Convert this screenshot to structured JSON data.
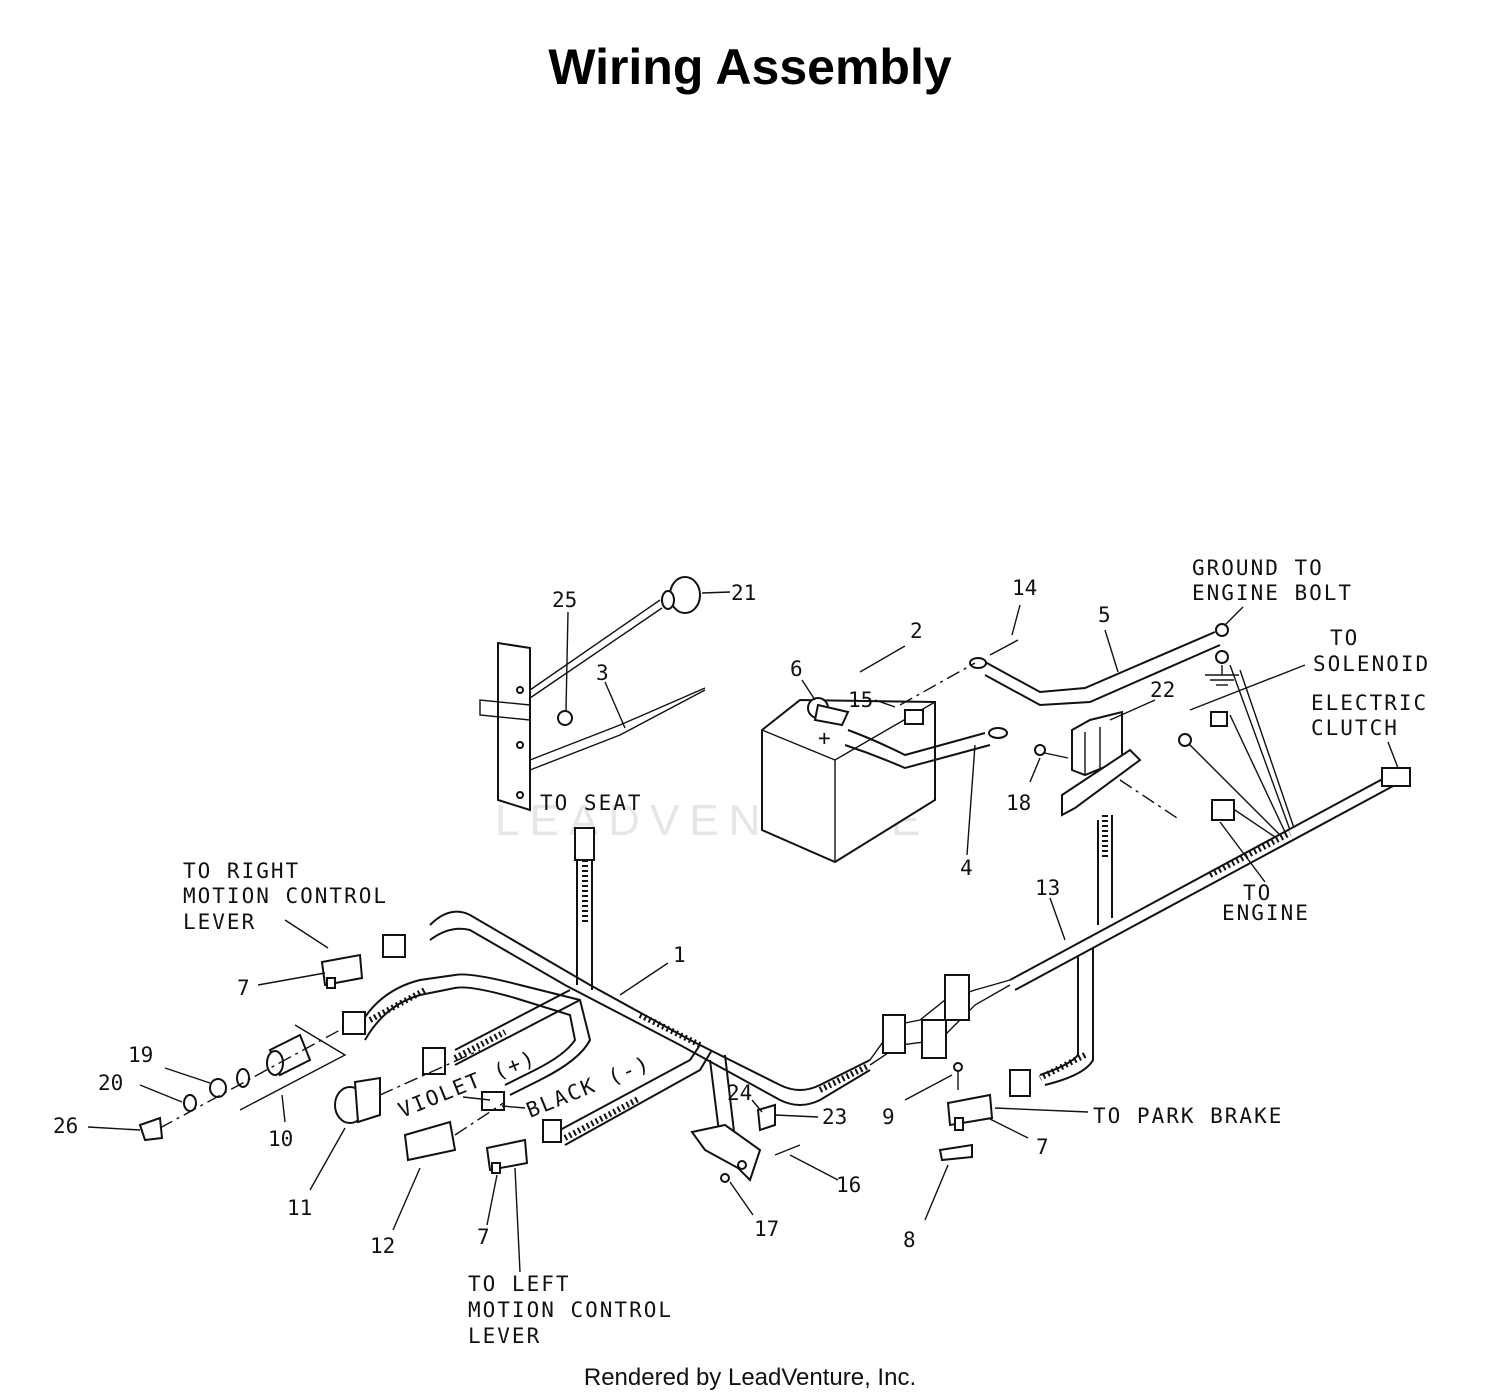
{
  "title": "Wiring Assembly",
  "footer": "Rendered by LeadVenture, Inc.",
  "watermark": "LEADVENTURE",
  "labels": {
    "ground": [
      "GROUND TO",
      "ENGINE BOLT"
    ],
    "solenoid": [
      "TO",
      "SOLENOID"
    ],
    "clutch": [
      "ELECTRIC",
      "CLUTCH"
    ],
    "seat": "TO SEAT",
    "right_lever": [
      "TO RIGHT",
      "MOTION CONTROL",
      "LEVER"
    ],
    "engine": [
      "TO",
      "ENGINE"
    ],
    "violet": "VIOLET (+)",
    "black": "BLACK (-)",
    "park_brake": "TO PARK BRAKE",
    "left_lever": [
      "TO LEFT",
      "MOTION CONTROL",
      "LEVER"
    ]
  },
  "callouts": [
    "1",
    "2",
    "3",
    "4",
    "5",
    "6",
    "7",
    "7",
    "7",
    "8",
    "9",
    "10",
    "11",
    "12",
    "13",
    "14",
    "15",
    "16",
    "17",
    "18",
    "19",
    "20",
    "21",
    "22",
    "23",
    "24",
    "25",
    "26"
  ]
}
